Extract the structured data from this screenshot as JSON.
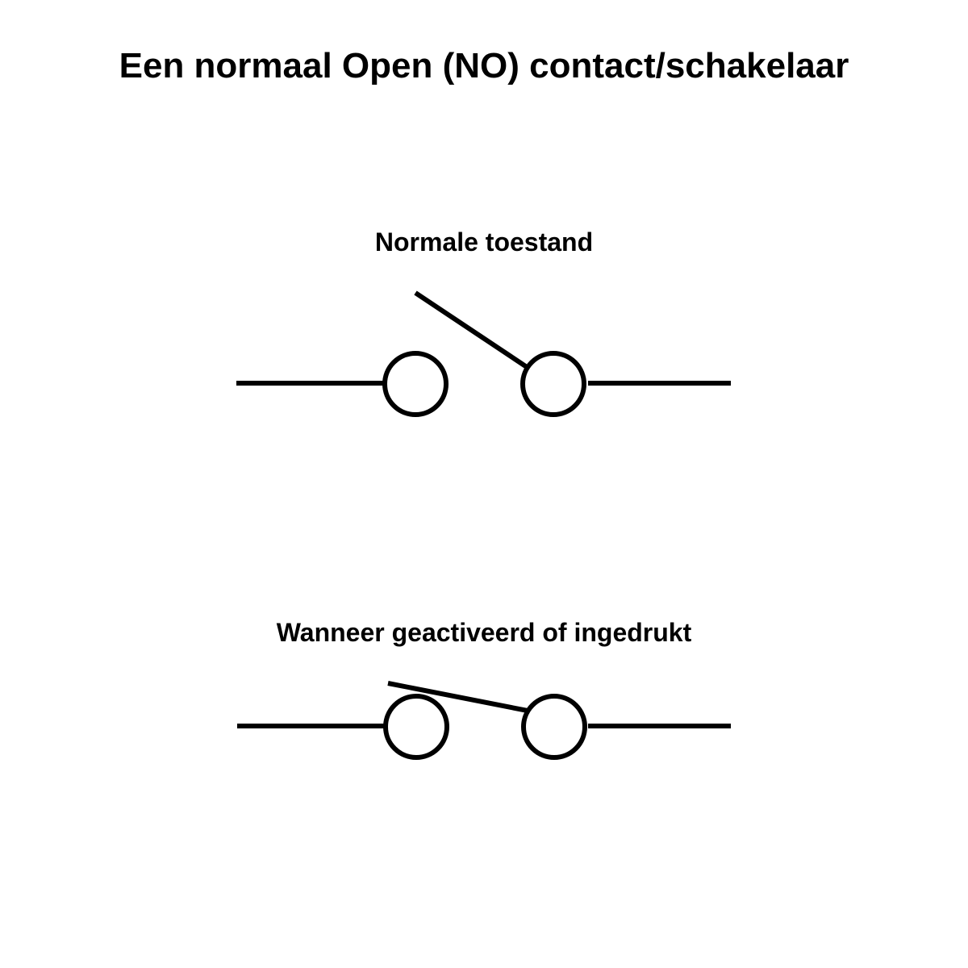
{
  "title": "Een normaal Open (NO) contact/schakelaar",
  "states": [
    {
      "label": "Normale toestand"
    },
    {
      "label": "Wanneer geactiveerd of ingedrukt"
    }
  ],
  "colors": {
    "background": "#ffffff",
    "stroke": "#000000"
  }
}
